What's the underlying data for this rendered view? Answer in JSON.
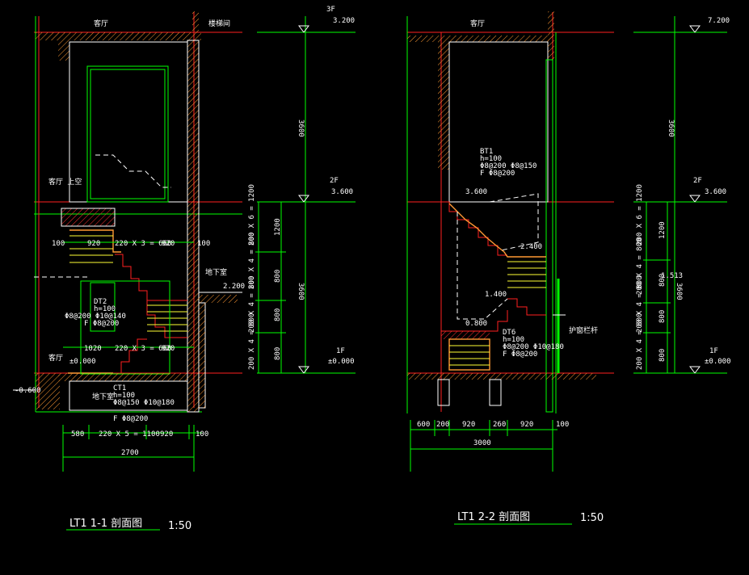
{
  "left": {
    "title": "LT1  1-1 剖面图",
    "scale": "1:50",
    "top_labels": [
      "客厅",
      "楼梯间"
    ],
    "level_labels": [
      "3F",
      "2F",
      "1F"
    ],
    "elevations": [
      "3.200",
      "3.600",
      "±0.000",
      "2.200",
      "±0.000",
      "-0.600"
    ],
    "height_dims": [
      "3600",
      "3600"
    ],
    "stair_dims": [
      "200 X 6 = 1200",
      "1200",
      "200 X 4 = 800",
      "800",
      "200 X 4 = 800",
      "800",
      "200 X 4 = 800",
      "800"
    ],
    "horiz_dims_upper": [
      "100",
      "920",
      "220 X 3 = 660",
      "920",
      "100"
    ],
    "horiz_dims_lower": [
      "1020",
      "220 X 3 = 660",
      "920"
    ],
    "bottom_dims": [
      "580",
      "220 X 5 = 1100",
      "920",
      "100"
    ],
    "total_dim": "2700",
    "room_labels": [
      "客厅 上空",
      "地下室",
      "客厅",
      "地下室"
    ],
    "beam_dt2": [
      "DT2",
      "h=100",
      "Φ8@200 Φ10@140",
      "F Φ8@200"
    ],
    "beam_ct1": [
      "CT1",
      "h=100",
      "Φ8@150 Φ10@180",
      "F Φ8@200"
    ]
  },
  "right": {
    "title": "LT1  2-2 剖面图",
    "scale": "1:50",
    "top_labels": [
      "客厅"
    ],
    "level_labels": [
      "2F",
      "1F"
    ],
    "elevations": [
      "7.200",
      "3.600",
      "2.400",
      "1.400",
      "0.800",
      "±0.000",
      "3.600",
      "1.513"
    ],
    "height_dims": [
      "3600",
      "3600"
    ],
    "stair_dims": [
      "200 X 6 = 1200",
      "1200",
      "200 X 4 = 800",
      "800",
      "200 X 4 = 800",
      "800",
      "200 X 4 = 800",
      "800"
    ],
    "bottom_dims": [
      "600",
      "200",
      "920",
      "260",
      "920",
      "100"
    ],
    "total_dim": "3000",
    "note": "护窗栏杆",
    "beam_bt1": [
      "BT1",
      "h=100",
      "Φ8@200 Φ8@150",
      "F Φ8@200"
    ],
    "beam_dt6": [
      "DT6",
      "h=100",
      "Φ8@200 Φ10@180",
      "F Φ8@200"
    ]
  },
  "colors": {
    "background": "#000000",
    "dimension": "#00ff00",
    "axis": "#ff2020",
    "structure": "#ff9933",
    "text": "#ffffff"
  }
}
